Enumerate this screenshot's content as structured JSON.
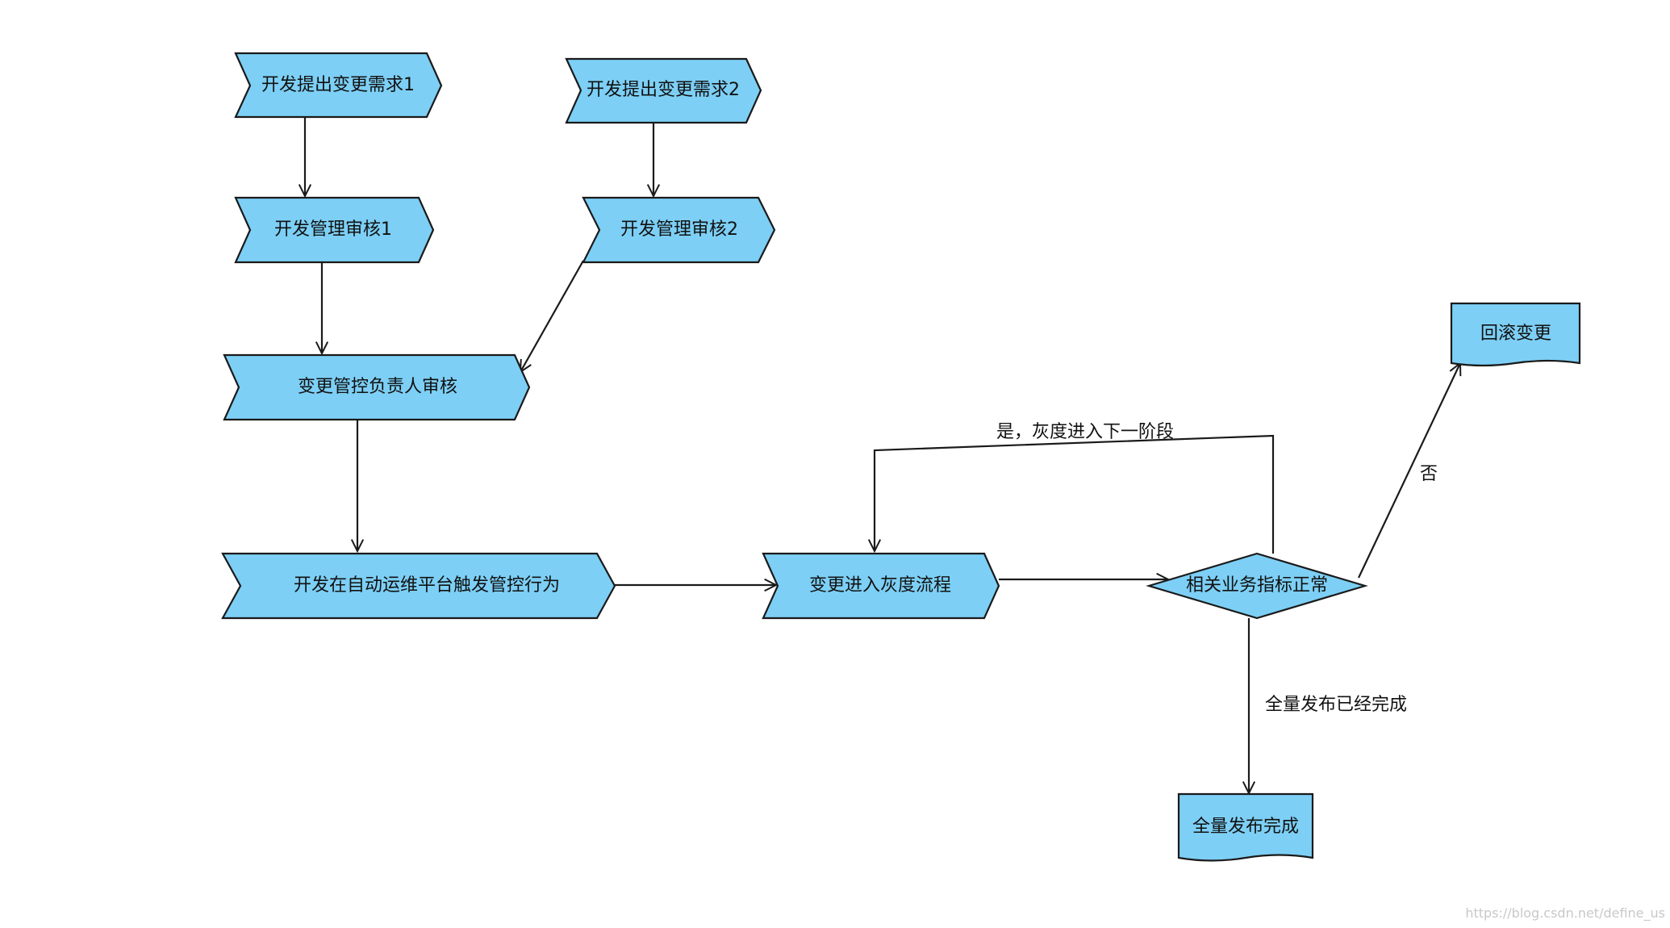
{
  "diagram": {
    "nodes": {
      "req1": "开发提出变更需求1",
      "req2": "开发提出变更需求2",
      "review1": "开发管理审核1",
      "review2": "开发管理审核2",
      "owner_review": "变更管控负责人审核",
      "trigger": "开发在自动运维平台触发管控行为",
      "gray_flow": "变更进入灰度流程",
      "check": "相关业务指标正常",
      "rollback": "回滚变更",
      "done": "全量发布完成"
    },
    "edge_labels": {
      "yes_next_stage": "是，灰度进入下一阶段",
      "no": "否",
      "full_release_done": "全量发布已经完成"
    }
  },
  "watermark": "https://blog.csdn.net/define_us"
}
